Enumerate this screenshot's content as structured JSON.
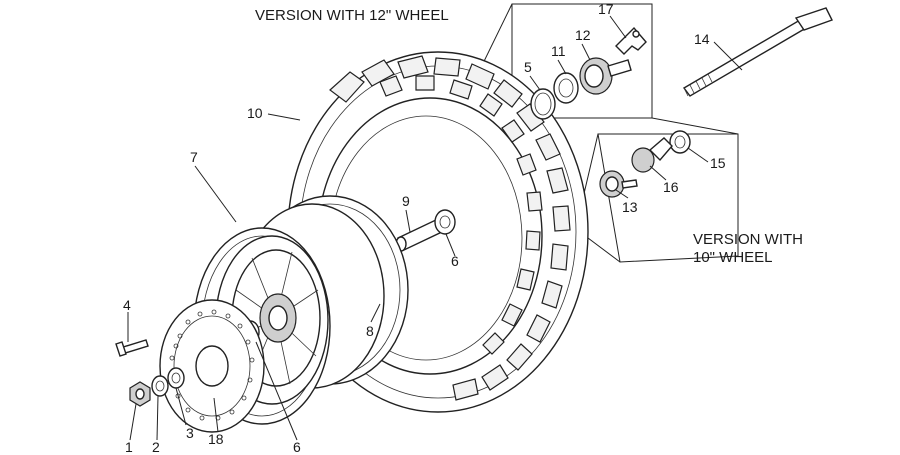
{
  "captions": {
    "version_12": "VERSION WITH 12\" WHEEL",
    "version_10_line1": "VERSION WITH",
    "version_10_line2": "10\" WHEEL"
  },
  "callouts": [
    {
      "id": "c1",
      "label": "1"
    },
    {
      "id": "c2",
      "label": "2"
    },
    {
      "id": "c3",
      "label": "3"
    },
    {
      "id": "c4",
      "label": "4"
    },
    {
      "id": "c5",
      "label": "5"
    },
    {
      "id": "c6a",
      "label": "6"
    },
    {
      "id": "c6b",
      "label": "6"
    },
    {
      "id": "c7",
      "label": "7"
    },
    {
      "id": "c8",
      "label": "8"
    },
    {
      "id": "c9",
      "label": "9"
    },
    {
      "id": "c10",
      "label": "10"
    },
    {
      "id": "c11",
      "label": "11"
    },
    {
      "id": "c12",
      "label": "12"
    },
    {
      "id": "c13",
      "label": "13"
    },
    {
      "id": "c14",
      "label": "14"
    },
    {
      "id": "c15",
      "label": "15"
    },
    {
      "id": "c16",
      "label": "16"
    },
    {
      "id": "c17",
      "label": "17"
    },
    {
      "id": "c18",
      "label": "18"
    }
  ]
}
